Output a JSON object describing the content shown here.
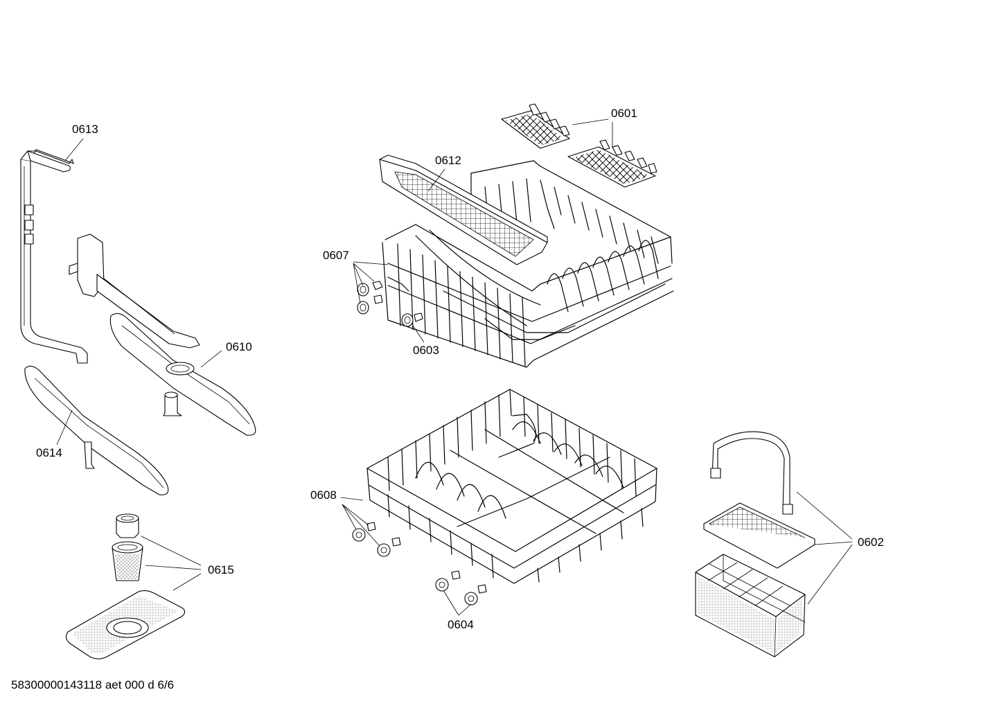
{
  "document_code": "58300000143118 aet 000 d 6/6",
  "callouts": {
    "p0601": "0601",
    "p0602": "0602",
    "p0603": "0603",
    "p0604": "0604",
    "p0607": "0607",
    "p0608": "0608",
    "p0610": "0610",
    "p0612": "0612",
    "p0613": "0613",
    "p0614": "0614",
    "p0615": "0615"
  }
}
